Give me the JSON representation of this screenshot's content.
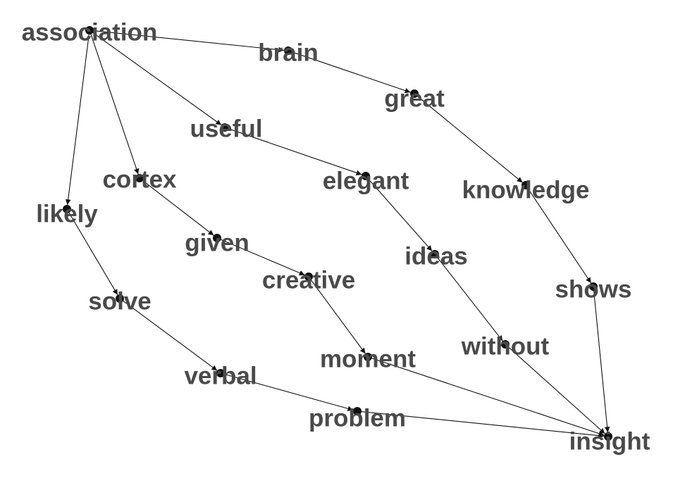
{
  "diagram": {
    "type": "directed-graph",
    "colors": {
      "node": "#111111",
      "edge": "#111111",
      "label": "#4a4a4a",
      "background": "#ffffff"
    },
    "nodes": [
      {
        "id": "association",
        "label": "association"
      },
      {
        "id": "brain",
        "label": "brain"
      },
      {
        "id": "great",
        "label": "great"
      },
      {
        "id": "useful",
        "label": "useful"
      },
      {
        "id": "cortex",
        "label": "cortex"
      },
      {
        "id": "elegant",
        "label": "elegant"
      },
      {
        "id": "knowledge",
        "label": "knowledge"
      },
      {
        "id": "likely",
        "label": "likely"
      },
      {
        "id": "given",
        "label": "given"
      },
      {
        "id": "ideas",
        "label": "ideas"
      },
      {
        "id": "creative",
        "label": "creative"
      },
      {
        "id": "shows",
        "label": "shows"
      },
      {
        "id": "solve",
        "label": "solve"
      },
      {
        "id": "without",
        "label": "without"
      },
      {
        "id": "moment",
        "label": "moment"
      },
      {
        "id": "verbal",
        "label": "verbal"
      },
      {
        "id": "problem",
        "label": "problem"
      },
      {
        "id": "insight",
        "label": "insight"
      }
    ],
    "edges": [
      {
        "from": "association",
        "to": "brain"
      },
      {
        "from": "association",
        "to": "useful"
      },
      {
        "from": "association",
        "to": "cortex"
      },
      {
        "from": "association",
        "to": "likely"
      },
      {
        "from": "brain",
        "to": "great"
      },
      {
        "from": "great",
        "to": "knowledge"
      },
      {
        "from": "knowledge",
        "to": "shows"
      },
      {
        "from": "shows",
        "to": "insight"
      },
      {
        "from": "useful",
        "to": "elegant"
      },
      {
        "from": "elegant",
        "to": "ideas"
      },
      {
        "from": "ideas",
        "to": "without"
      },
      {
        "from": "without",
        "to": "insight"
      },
      {
        "from": "cortex",
        "to": "given"
      },
      {
        "from": "given",
        "to": "creative"
      },
      {
        "from": "creative",
        "to": "moment"
      },
      {
        "from": "moment",
        "to": "insight"
      },
      {
        "from": "likely",
        "to": "solve"
      },
      {
        "from": "solve",
        "to": "verbal"
      },
      {
        "from": "verbal",
        "to": "problem"
      },
      {
        "from": "problem",
        "to": "insight"
      }
    ]
  }
}
